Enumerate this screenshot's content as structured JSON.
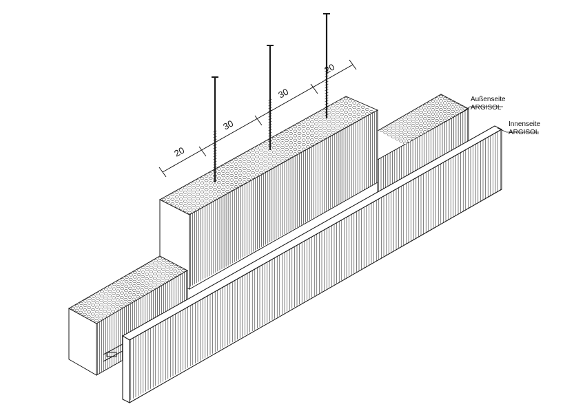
{
  "dimensions": [
    "20",
    "30",
    "30",
    "20"
  ],
  "callouts": {
    "outer": {
      "line1": "Außenseite",
      "line2": "ARGISOL"
    },
    "inner": {
      "line1": "Innenseite",
      "line2": "ARGISOL"
    }
  },
  "colors": {
    "line": "#1a1a1a",
    "background": "#ffffff"
  }
}
